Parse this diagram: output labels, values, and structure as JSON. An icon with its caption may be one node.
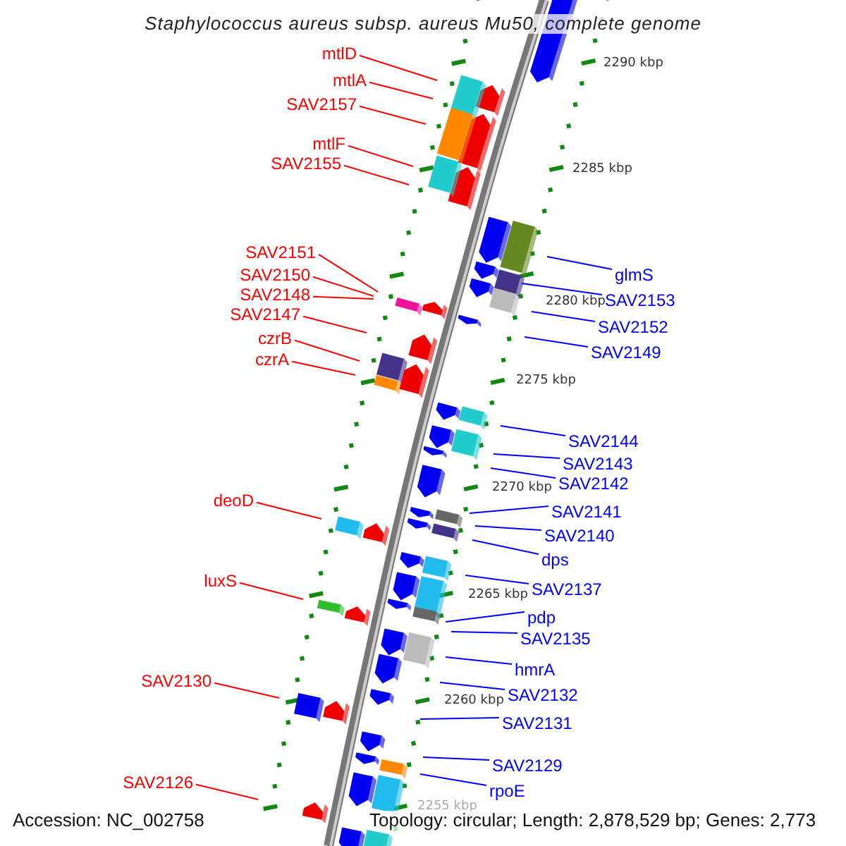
{
  "diagram": {
    "title": "Staphylococcus aureus subsp. aureus Mu50, complete genome",
    "nodes": [
      {
        "text": [
          "mtlD"
        ]
      },
      {
        "text": [
          "mtlA"
        ]
      },
      {
        "text": [
          "SAV2157"
        ]
      },
      {
        "text": [
          "mtlF"
        ]
      },
      {
        "text": [
          "SAV2155"
        ]
      },
      {
        "text": [
          "SAV2151"
        ]
      },
      {
        "text": [
          "SAV2150"
        ]
      },
      {
        "text": [
          "SAV2148"
        ]
      },
      {
        "text": [
          "SAV2147"
        ]
      },
      {
        "text": [
          "czrB"
        ]
      },
      {
        "text": [
          "czrA"
        ]
      },
      {
        "text": [
          "deoD"
        ]
      },
      {
        "text": [
          "luxS"
        ]
      },
      {
        "text": [
          "SAV2130"
        ]
      },
      {
        "text": [
          "SAV2126"
        ]
      },
      {
        "text": [
          "glmS"
        ]
      },
      {
        "text": [
          "SAV2153"
        ]
      },
      {
        "text": [
          "SAV2152"
        ]
      },
      {
        "text": [
          "SAV2149"
        ]
      },
      {
        "text": [
          "SAV2144"
        ]
      },
      {
        "text": [
          "SAV2143"
        ]
      },
      {
        "text": [
          "SAV2142"
        ]
      },
      {
        "text": [
          "SAV2141"
        ]
      },
      {
        "text": [
          "SAV2140"
        ]
      },
      {
        "text": [
          "dps"
        ]
      },
      {
        "text": [
          "SAV2137"
        ]
      },
      {
        "text": [
          "pdp"
        ]
      },
      {
        "text": [
          "SAV2135"
        ]
      },
      {
        "text": [
          "hmrA"
        ]
      },
      {
        "text": [
          "SAV2132"
        ]
      },
      {
        "text": [
          "SAV2131"
        ]
      },
      {
        "text": [
          "SAV2129"
        ]
      },
      {
        "text": [
          "rpoE"
        ]
      }
    ],
    "edges": [
      {
        "from": 0,
        "to": null,
        "arrow": "none",
        "color": "#ff0000"
      },
      {
        "from": 1,
        "to": null,
        "arrow": "none",
        "color": "#ff0000"
      },
      {
        "from": 2,
        "to": null,
        "arrow": "none",
        "color": "#ff0000"
      },
      {
        "from": 3,
        "to": null,
        "arrow": "none",
        "color": "#ff0000"
      },
      {
        "from": 4,
        "to": null,
        "arrow": "none",
        "color": "#ff0000"
      },
      {
        "from": 5,
        "to": null,
        "arrow": "none",
        "color": "#ff0000"
      },
      {
        "from": 6,
        "to": null,
        "arrow": "none",
        "color": "#ff0000"
      },
      {
        "from": 7,
        "to": null,
        "arrow": "none",
        "color": "#ff0000"
      },
      {
        "from": 8,
        "to": null,
        "arrow": "none",
        "color": "#ff0000"
      },
      {
        "from": 9,
        "to": null,
        "arrow": "none",
        "color": "#ff0000"
      },
      {
        "from": 10,
        "to": null,
        "arrow": "none",
        "color": "#ff0000"
      },
      {
        "from": 11,
        "to": null,
        "arrow": "none",
        "color": "#ff0000"
      },
      {
        "from": 12,
        "to": null,
        "arrow": "none",
        "color": "#ff0000"
      },
      {
        "from": 13,
        "to": null,
        "arrow": "none",
        "color": "#ff0000"
      },
      {
        "from": 14,
        "to": null,
        "arrow": "none",
        "color": "#ff0000"
      },
      {
        "from": 15,
        "to": null,
        "arrow": "none"
      },
      {
        "from": 16,
        "to": null,
        "arrow": "none"
      },
      {
        "from": 17,
        "to": null,
        "arrow": "none"
      },
      {
        "from": 18,
        "to": null,
        "arrow": "none"
      },
      {
        "from": 19,
        "to": null,
        "arrow": "none"
      },
      {
        "from": 20,
        "to": null,
        "arrow": "none"
      },
      {
        "from": 21,
        "to": null,
        "arrow": "none"
      },
      {
        "from": 22,
        "to": null,
        "arrow": "none"
      },
      {
        "from": 23,
        "to": null,
        "arrow": "none"
      },
      {
        "from": 24,
        "to": null,
        "arrow": "none"
      },
      {
        "from": 25,
        "to": null,
        "arrow": "none"
      },
      {
        "from": 26,
        "to": null,
        "arrow": "none"
      },
      {
        "from": 27,
        "to": null,
        "arrow": "none"
      },
      {
        "from": 28,
        "to": null,
        "arrow": "none"
      },
      {
        "from": 29,
        "to": null,
        "arrow": "none"
      },
      {
        "from": 30,
        "to": null,
        "arrow": "none"
      },
      {
        "from": 31,
        "to": null,
        "arrow": "none"
      },
      {
        "from": 32,
        "to": null,
        "arrow": "none"
      }
    ],
    "labels": [
      "2290 kbp",
      "2285 kbp",
      "2280 kbp",
      "2275 kbp",
      "2270 kbp",
      "2265 kbp",
      "2260 kbp",
      "2255 kbp",
      "Accession: NC_002758",
      "Topology: circular; Length: 2,878,529 bp; Genes: 2,773"
    ]
  }
}
